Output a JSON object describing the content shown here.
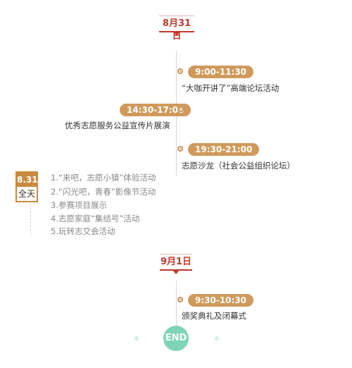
{
  "day1": {
    "date": "8月31日",
    "events": [
      {
        "time": "9:00-11:30",
        "desc": "“大咖开讲了”高端论坛活动"
      },
      {
        "time": "14:30-17:00",
        "desc": "优秀志愿服务公益宣传片展演"
      },
      {
        "time": "19:30-21:00",
        "desc": "志愿沙龙（社会公益组织论坛）"
      }
    ],
    "all_day": {
      "date": "8.31",
      "label": "全天",
      "items": [
        "1.“来吧，志愿小镇”体验活动",
        "2.“闪光吧，青春”影像节活动",
        "3.参赛项目展示",
        "4.志愿家庭“集结号”活动",
        "5.玩转志交会活动"
      ]
    }
  },
  "day2": {
    "date": "9月1日",
    "events": [
      {
        "time": "9:30-10:30",
        "desc": "颁奖典礼及闭幕式"
      }
    ]
  },
  "end_label": "END",
  "colors": {
    "accent_red": "#c0392b",
    "pill": "#d09a5c",
    "end": "#7fd3b8"
  }
}
